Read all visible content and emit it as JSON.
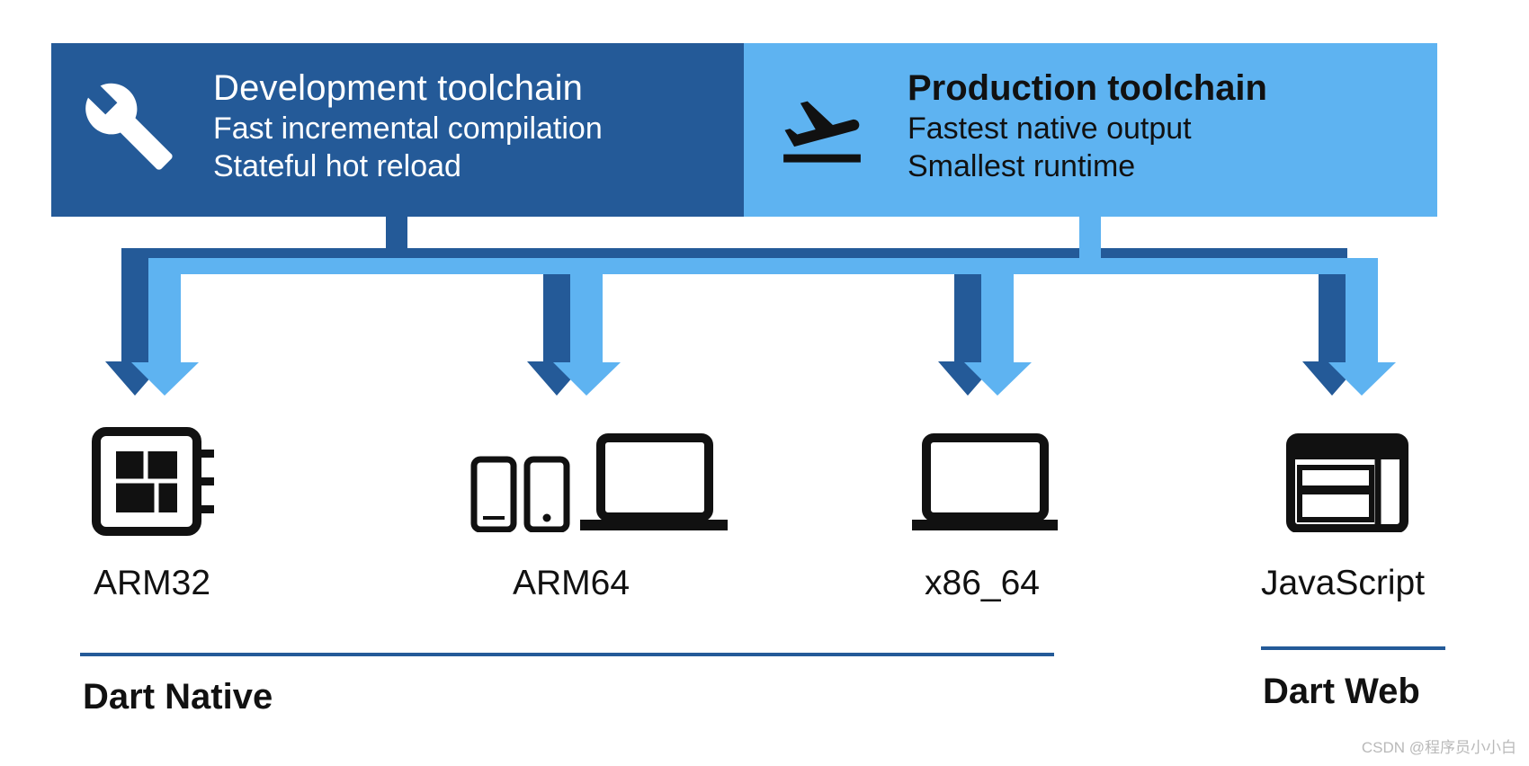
{
  "development": {
    "title": "Development toolchain",
    "lines": [
      "Fast incremental compilation",
      "Stateful hot reload"
    ],
    "icon": "wrench-icon",
    "color": "#245a98"
  },
  "production": {
    "title": "Production toolchain",
    "lines": [
      "Fastest native output",
      "Smallest runtime"
    ],
    "icon": "airplane-takeoff-icon",
    "color": "#5eb3f1"
  },
  "targets": [
    {
      "label": "ARM32",
      "icon": "chip-icon"
    },
    {
      "label": "ARM64",
      "icon": "mobile-and-laptop-icon"
    },
    {
      "label": "x86_64",
      "icon": "laptop-icon"
    },
    {
      "label": "JavaScript",
      "icon": "web-browser-icon"
    }
  ],
  "groups": {
    "native": "Dart Native",
    "web": "Dart Web"
  },
  "watermark": "CSDN @程序员小小白"
}
